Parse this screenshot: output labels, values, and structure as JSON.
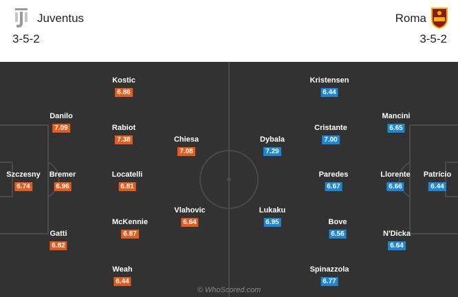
{
  "home": {
    "name": "Juventus",
    "formation": "3-5-2",
    "logo_icon": "juventus-crest-icon",
    "rating_color": "#e45b1b",
    "players": [
      {
        "name": "Szczesny",
        "rating": "6.74"
      },
      {
        "name": "Danilo",
        "rating": "7.09"
      },
      {
        "name": "Bremer",
        "rating": "6.96"
      },
      {
        "name": "Gatti",
        "rating": "6.82"
      },
      {
        "name": "Kostic",
        "rating": "6.86"
      },
      {
        "name": "Rabiot",
        "rating": "7.38"
      },
      {
        "name": "Locatelli",
        "rating": "6.81"
      },
      {
        "name": "McKennie",
        "rating": "6.87"
      },
      {
        "name": "Weah",
        "rating": "6.44"
      },
      {
        "name": "Chiesa",
        "rating": "7.08"
      },
      {
        "name": "Vlahovic",
        "rating": "6.64"
      }
    ]
  },
  "away": {
    "name": "Roma",
    "formation": "3-5-2",
    "logo_icon": "roma-crest-icon",
    "rating_color": "#1c87d6",
    "players": [
      {
        "name": "Patrício",
        "rating": "6.44"
      },
      {
        "name": "Mancini",
        "rating": "6.65"
      },
      {
        "name": "Llorente",
        "rating": "6.66"
      },
      {
        "name": "N'Dicka",
        "rating": "6.64"
      },
      {
        "name": "Kristensen",
        "rating": "6.44"
      },
      {
        "name": "Cristante",
        "rating": "7.00"
      },
      {
        "name": "Paredes",
        "rating": "6.67"
      },
      {
        "name": "Bove",
        "rating": "6.56"
      },
      {
        "name": "Spinazzola",
        "rating": "6.77"
      },
      {
        "name": "Dybala",
        "rating": "7.29"
      },
      {
        "name": "Lukaku",
        "rating": "6.95"
      }
    ]
  },
  "pitch": {
    "color": "#323232",
    "line_color": "#4a4a4a"
  },
  "watermark": "© WhoScored.com"
}
